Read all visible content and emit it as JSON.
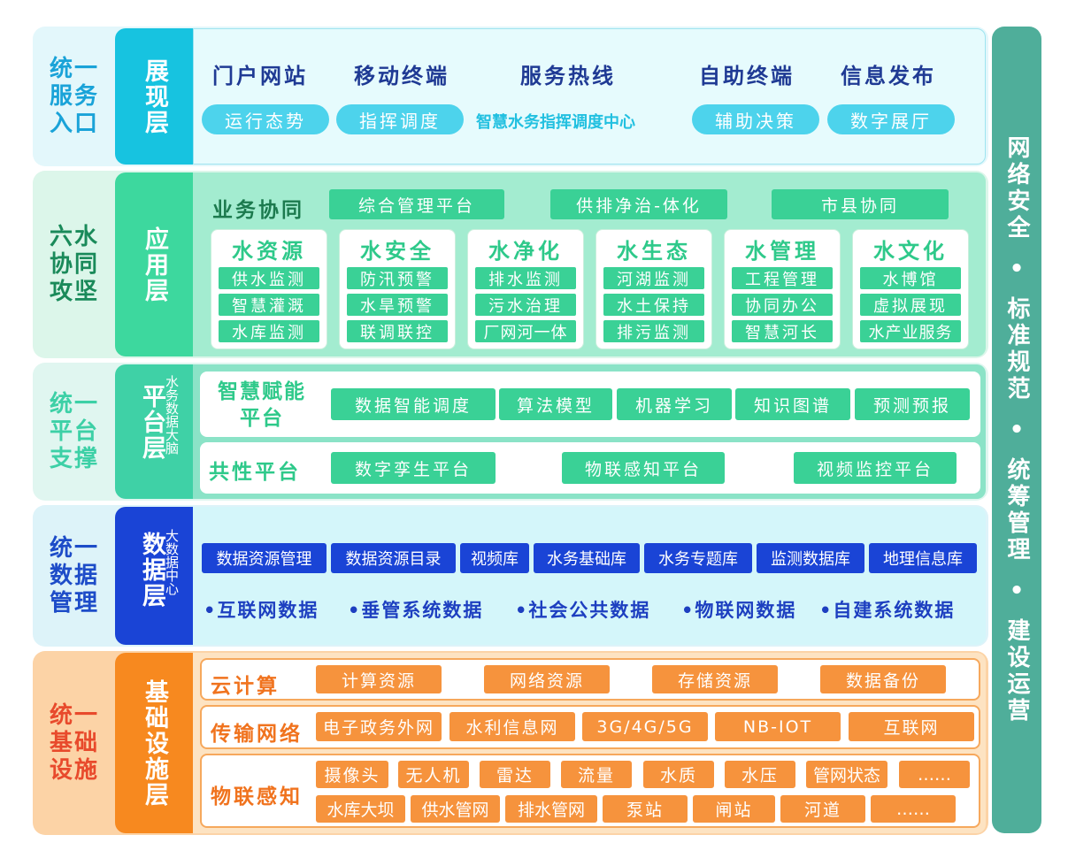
{
  "colors": {
    "presentation": "#17c3e0",
    "application": "#3dd89e",
    "platform": "#3fd1a6",
    "data": "#1a44d6",
    "infra": "#f7891f",
    "right": "#4fae9a"
  },
  "presentation": {
    "left_title": [
      "统一",
      "服务",
      "入口"
    ],
    "layer": "展现层",
    "headers": [
      "门户网站",
      "移动终端",
      "服务热线",
      "自助终端",
      "信息发布"
    ],
    "pills": [
      "运行态势",
      "指挥调度",
      "辅助决策",
      "数字展厅"
    ],
    "center_text": "智慧水务指挥调度中心"
  },
  "application": {
    "left_title": [
      "六水",
      "协同",
      "攻坚"
    ],
    "layer": "应用层",
    "biz_label": "业务协同",
    "biz_items": [
      "综合管理平台",
      "供排净治-体化",
      "市县协同"
    ],
    "cards": [
      {
        "title": "水资源",
        "items": [
          "供水监测",
          "智慧灌溉",
          "水库监测"
        ]
      },
      {
        "title": "水安全",
        "items": [
          "防汛预警",
          "水旱预警",
          "联调联控"
        ]
      },
      {
        "title": "水净化",
        "items": [
          "排水监测",
          "污水治理",
          "厂网河一体"
        ]
      },
      {
        "title": "水生态",
        "items": [
          "河湖监测",
          "水土保持",
          "排污监测"
        ]
      },
      {
        "title": "水管理",
        "items": [
          "工程管理",
          "协同办公",
          "智慧河长"
        ]
      },
      {
        "title": "水文化",
        "items": [
          "水博馆",
          "虚拟展现",
          "水产业服务"
        ]
      }
    ]
  },
  "platform": {
    "left_title": [
      "统一",
      "平台",
      "支撑"
    ],
    "layer": "平台层",
    "sub": "水务数据大脑",
    "row1_label": "智慧赋能平台",
    "row1_items": [
      "数据智能调度",
      "算法模型",
      "机器学习",
      "知识图谱",
      "预测预报"
    ],
    "row2_label": "共性平台",
    "row2_items": [
      "数字孪生平台",
      "物联感知平台",
      "视频监控平台"
    ]
  },
  "data": {
    "left_title": [
      "统一",
      "数据",
      "管理"
    ],
    "layer": "数据层",
    "sub": "大数据中心",
    "items": [
      "数据资源管理",
      "数据资源目录",
      "视频库",
      "水务基础库",
      "水务专题库",
      "监测数据库",
      "地理信息库"
    ],
    "sources": [
      "•互联网数据",
      "•垂管系统数据",
      "•社会公共数据",
      "•物联网数据",
      "•自建系统数据"
    ]
  },
  "infra": {
    "left_title": [
      "统一",
      "基础",
      "设施"
    ],
    "layer": "基础设施层",
    "cloud_label": "云计算",
    "cloud_items": [
      "计算资源",
      "网络资源",
      "存储资源",
      "数据备份"
    ],
    "net_label": "传输网络",
    "net_items": [
      "电子政务外网",
      "水利信息网",
      "3G/4G/5G",
      "NB-IOT",
      "互联网"
    ],
    "iot_label": "物联感知",
    "iot_row1": [
      "摄像头",
      "无人机",
      "雷达",
      "流量",
      "水质",
      "水压",
      "管网状态",
      "……"
    ],
    "iot_row2": [
      "水库大坝",
      "供水管网",
      "排水管网",
      "泵站",
      "闸站",
      "河道",
      "……"
    ]
  },
  "right_column": [
    "网络安全",
    "•",
    "标准规范",
    "•",
    "统筹管理",
    "•",
    "建设运营"
  ]
}
